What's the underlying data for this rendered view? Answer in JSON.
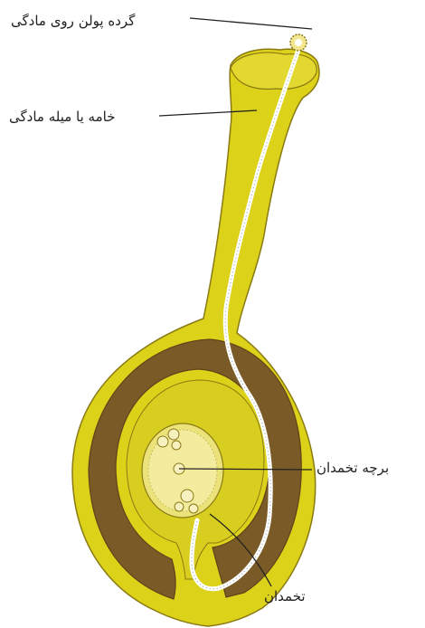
{
  "labels": {
    "pollen": "گرده پولن روی مادگی",
    "style": "خامه یا میله مادگی",
    "ovule": "برچه تخمدان",
    "ovary": "تخمدان"
  },
  "colors": {
    "background": "#ffffff",
    "pistil_fill": "#dcd21a",
    "pistil_outline": "#8a7a14",
    "ovary_wall_dark": "#7a5a26",
    "pollen_tube": "#ffffff",
    "pollen_grain": "#f2e690",
    "leader_line": "#222222"
  }
}
